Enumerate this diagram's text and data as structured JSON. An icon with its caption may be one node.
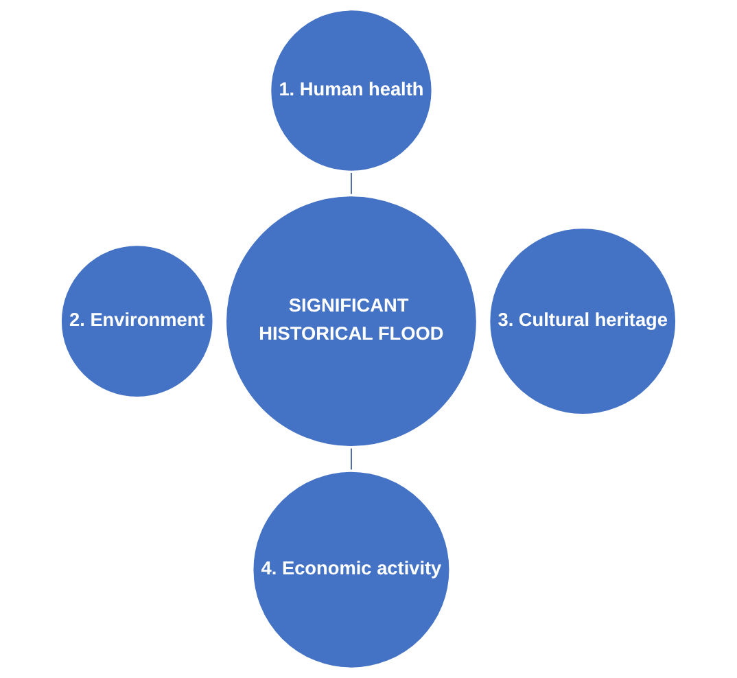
{
  "diagram": {
    "nodes": [
      {
        "text": [
          "1. Human health"
        ]
      },
      {
        "text": [
          "2. Environment"
        ]
      },
      {
        "text": [
          "SIGNIFICANT HISTORICAL FLOOD"
        ]
      },
      {
        "text": [
          "3. Cultural heritage"
        ]
      },
      {
        "text": [
          "4. Economic activity"
        ]
      }
    ],
    "edges": [
      {
        "from": 0,
        "to": 2,
        "arrow": "none"
      },
      {
        "from": 2,
        "to": 4,
        "arrow": "none"
      }
    ]
  }
}
